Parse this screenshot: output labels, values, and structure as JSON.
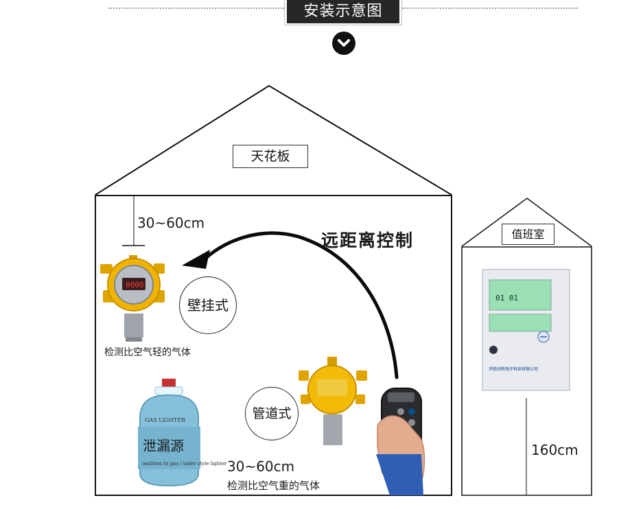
{
  "header": {
    "title": "安装示意图"
  },
  "icons": {
    "down": "chevron-down-icon",
    "arrow": "curved-arrow-icon"
  },
  "house": {
    "ceiling_label": "天花板",
    "top_gap_label": "30~60cm",
    "wall_type_label": "壁挂式",
    "light_gas_label": "检测比空气轻的气体",
    "leak_source_label": "泄漏源",
    "pipe_type_label": "管道式",
    "bottom_gap_label": "30~60cm",
    "heavy_gas_label": "检测比空气重的气体",
    "remote_control_label": "远距离控制"
  },
  "devices": {
    "detector_display": "0000",
    "cylinder_print_top": "GAS LIGHTER",
    "cylinder_print_bottom": "ondition to gas / inder style lighter"
  },
  "duty_room": {
    "label": "值班室",
    "height_label": "160cm",
    "controller_display": "01 01",
    "controller_company": "济南创辉电子科技有限公司"
  },
  "colors": {
    "dark": "#262626",
    "detector_yellow": "#f0b400",
    "cylinder_blue": "#86c1dc",
    "controller_gray": "#e9ebee",
    "controller_screen": "#9be0b5"
  }
}
